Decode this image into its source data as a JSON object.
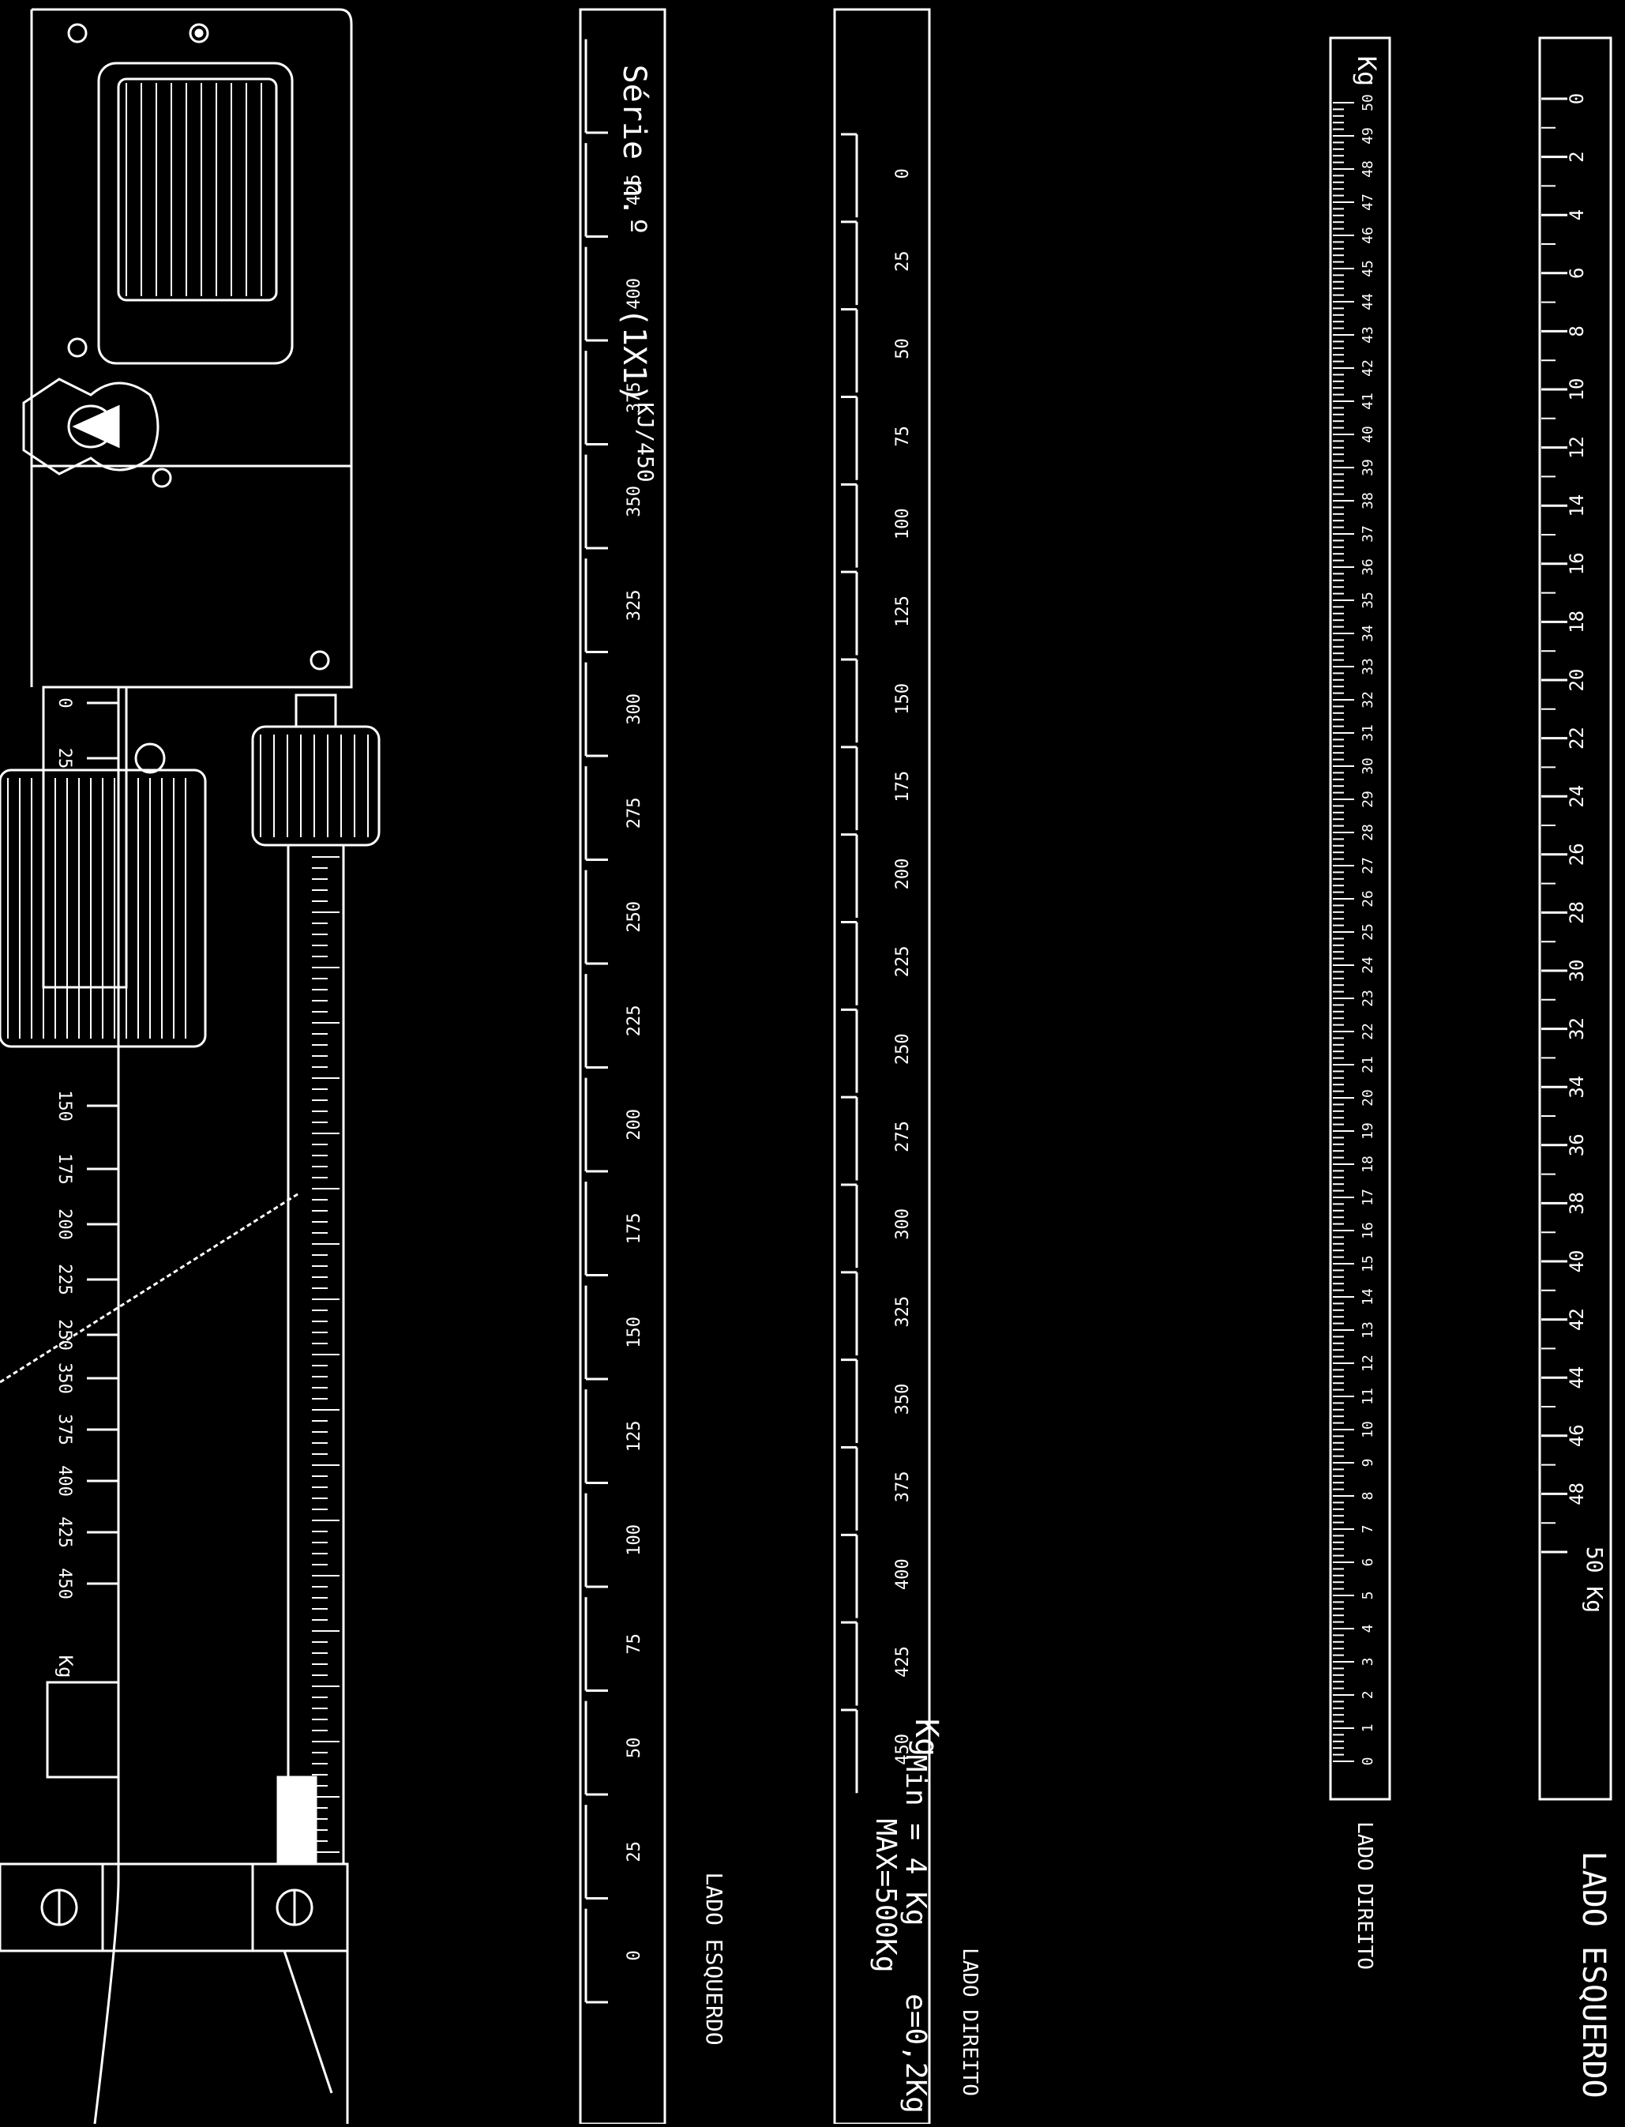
{
  "figure": {
    "mechanism_scale_labels": {
      "upper": [
        "0",
        "25",
        "150",
        "175",
        "200",
        "225",
        "250"
      ],
      "lower": [
        "350",
        "375",
        "400",
        "425",
        "450"
      ],
      "unit": "Kg"
    },
    "strip1": {
      "title": "Série n.º",
      "subtitle": "(1X1)",
      "code": "KJ/450",
      "ticks": [
        "0",
        "25",
        "50",
        "75",
        "100",
        "125",
        "150",
        "175",
        "200",
        "225",
        "250",
        "275",
        "300",
        "325",
        "350",
        "375",
        "400",
        "425",
        "450"
      ],
      "side_label": "LADO ESQUERDO"
    },
    "strip2": {
      "ticks": [
        "0",
        "25",
        "50",
        "75",
        "100",
        "125",
        "150",
        "175",
        "200",
        "225",
        "250",
        "275",
        "300",
        "325",
        "350",
        "375",
        "400",
        "425",
        "450"
      ],
      "unit": "Kg",
      "spec_max": "MAX=500Kg",
      "spec_min": "Min = 4 Kg",
      "spec_e": "e=0,2Kg",
      "side_label": "LADO DIREITO"
    },
    "strip3": {
      "unit": "Kg",
      "numbers": [
        "0",
        "1",
        "2",
        "3",
        "4",
        "5",
        "6",
        "7",
        "8",
        "9",
        "10",
        "11",
        "12",
        "13",
        "14",
        "15",
        "16",
        "17",
        "18",
        "19",
        "20",
        "21",
        "22",
        "23",
        "24",
        "25",
        "26",
        "27",
        "28",
        "29",
        "30",
        "31",
        "32",
        "33",
        "34",
        "35",
        "36",
        "37",
        "38",
        "39",
        "40",
        "41",
        "42",
        "43",
        "44",
        "45",
        "46",
        "47",
        "48",
        "49",
        "50"
      ],
      "side_label": "LADO DIREITO"
    },
    "strip4": {
      "ticks": [
        "0",
        "2",
        "4",
        "6",
        "8",
        "10",
        "12",
        "14",
        "16",
        "18",
        "20",
        "22",
        "24",
        "26",
        "28",
        "30",
        "32",
        "34",
        "36",
        "38",
        "40",
        "42",
        "44",
        "46",
        "48",
        "50"
      ],
      "unit_end": "50 Kg",
      "side_label": "LADO ESQUERDO"
    }
  }
}
